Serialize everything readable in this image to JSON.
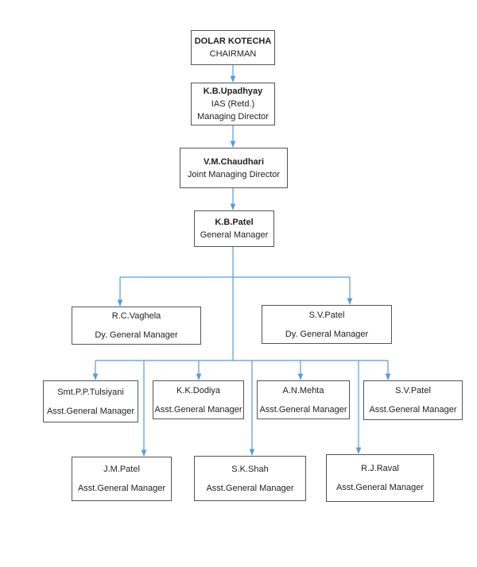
{
  "colors": {
    "connector": "#5b9bd5",
    "border": "#555555"
  },
  "nodes": {
    "chairman": {
      "name": "DOLAR KOTECHA",
      "title": "CHAIRMAN"
    },
    "md": {
      "name": "K.B.Upadhyay",
      "line2": "IAS (Retd.)",
      "title": "Managing Director"
    },
    "jmd": {
      "name": "V.M.Chaudhari",
      "title": "Joint Managing Director"
    },
    "gm": {
      "name": "K.B.Patel",
      "title": "General Manager"
    },
    "dgm1": {
      "name": "R.C.Vaghela",
      "title": "Dy. General Manager"
    },
    "dgm2": {
      "name": "S.V.Patel",
      "title": "Dy. General Manager"
    },
    "agm1": {
      "name": "Smt.P.P.Tulsiyani",
      "title": "Asst.General Manager"
    },
    "agm2": {
      "name": "K.K.Dodiya",
      "title": "Asst.General Manager"
    },
    "agm3": {
      "name": "A.N.Mehta",
      "title": "Asst.General Manager"
    },
    "agm4": {
      "name": "S.V.Patel",
      "title": "Asst.General Manager"
    },
    "agm5": {
      "name": "J.M.Patel",
      "title": "Asst.General Manager"
    },
    "agm6": {
      "name": "S.K.Shah",
      "title": "Asst.General Manager"
    },
    "agm7": {
      "name": "R.J.Raval",
      "title": "Asst.General Manager"
    }
  }
}
